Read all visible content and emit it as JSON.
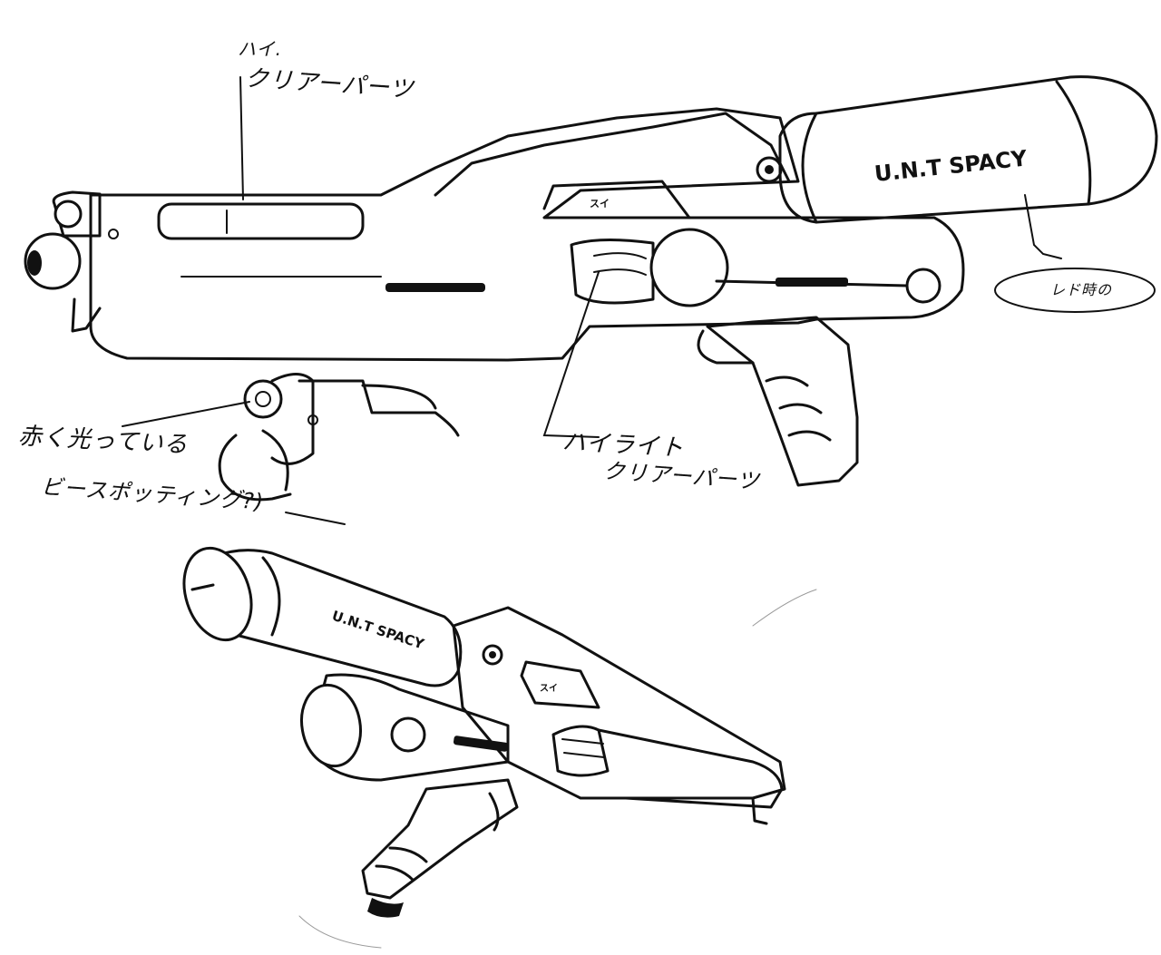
{
  "annotations": {
    "top_clear_parts_prefix": "ハイ.",
    "top_clear_parts": "クリアーパーツ",
    "highlight_label": "ハイライト",
    "highlight_clear_parts": "クリアーパーツ",
    "red_glow_line1": "赤く光っている",
    "red_glow_line2": "ビースポッティング?)",
    "state_label": "レド時の",
    "switch_label_top": "スイ",
    "switch_label_bottom": "スイ"
  },
  "markings": {
    "top_weapon_text": "U.N.T SPACY",
    "bottom_weapon_text": "U.N.T SPACY"
  }
}
